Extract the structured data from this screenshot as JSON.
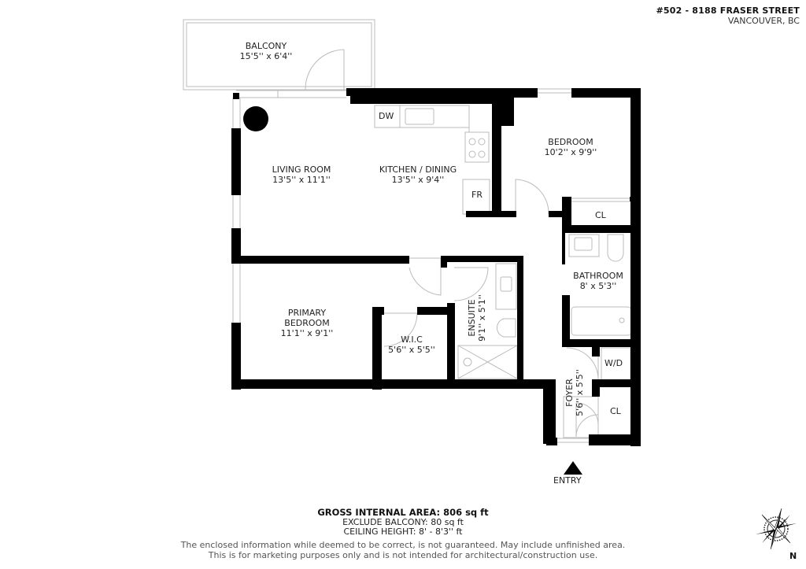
{
  "header": {
    "address": "#502 - 8188 FRASER STREET",
    "city": "VANCOUVER, BC"
  },
  "rooms": {
    "balcony": {
      "name": "BALCONY",
      "size": "15'5'' x 6'4''"
    },
    "living_room": {
      "name": "LIVING ROOM",
      "size": "13'5'' x 11'1''"
    },
    "kitchen_dining": {
      "name": "KITCHEN / DINING",
      "size": "13'5'' x 9'4''"
    },
    "bedroom": {
      "name": "BEDROOM",
      "size": "10'2'' x 9'9''"
    },
    "primary_bedroom": {
      "name_line1": "PRIMARY",
      "name_line2": "BEDROOM",
      "size": "11'1'' x 9'1''"
    },
    "wic": {
      "name": "W.I.C",
      "size": "5'6'' x 5'5''"
    },
    "ensuite": {
      "name": "ENSUITE",
      "size": "9'1'' x 5'1''"
    },
    "bathroom": {
      "name": "BATHROOM",
      "size": "8' x 5'3''"
    },
    "foyer": {
      "name": "FOYER",
      "size": "5'6'' x 5'5''"
    }
  },
  "fixtures": {
    "dishwasher": "DW",
    "fridge": "FR",
    "closet_bedroom": "CL",
    "closet_foyer": "CL",
    "washer_dryer": "W/D"
  },
  "entry_label": "ENTRY",
  "footer": {
    "gross_area": "GROSS INTERNAL AREA: 806 sq ft",
    "exclude_balcony": "EXCLUDE BALCONY: 80 sq ft",
    "ceiling_height": "CEILING HEIGHT: 8' - 8'3'' ft",
    "disclaimer_line1": "The enclosed information while deemed to be correct, is not guaranteed. May include unfinished area.",
    "disclaimer_line2": "This is for marketing purposes only and is not intended for architectural/construction use."
  },
  "compass": {
    "direction": "N",
    "icon": "compass-rose-icon"
  },
  "colors": {
    "wall": "#000000",
    "thin_line": "#bbbbbb",
    "background": "#ffffff"
  }
}
